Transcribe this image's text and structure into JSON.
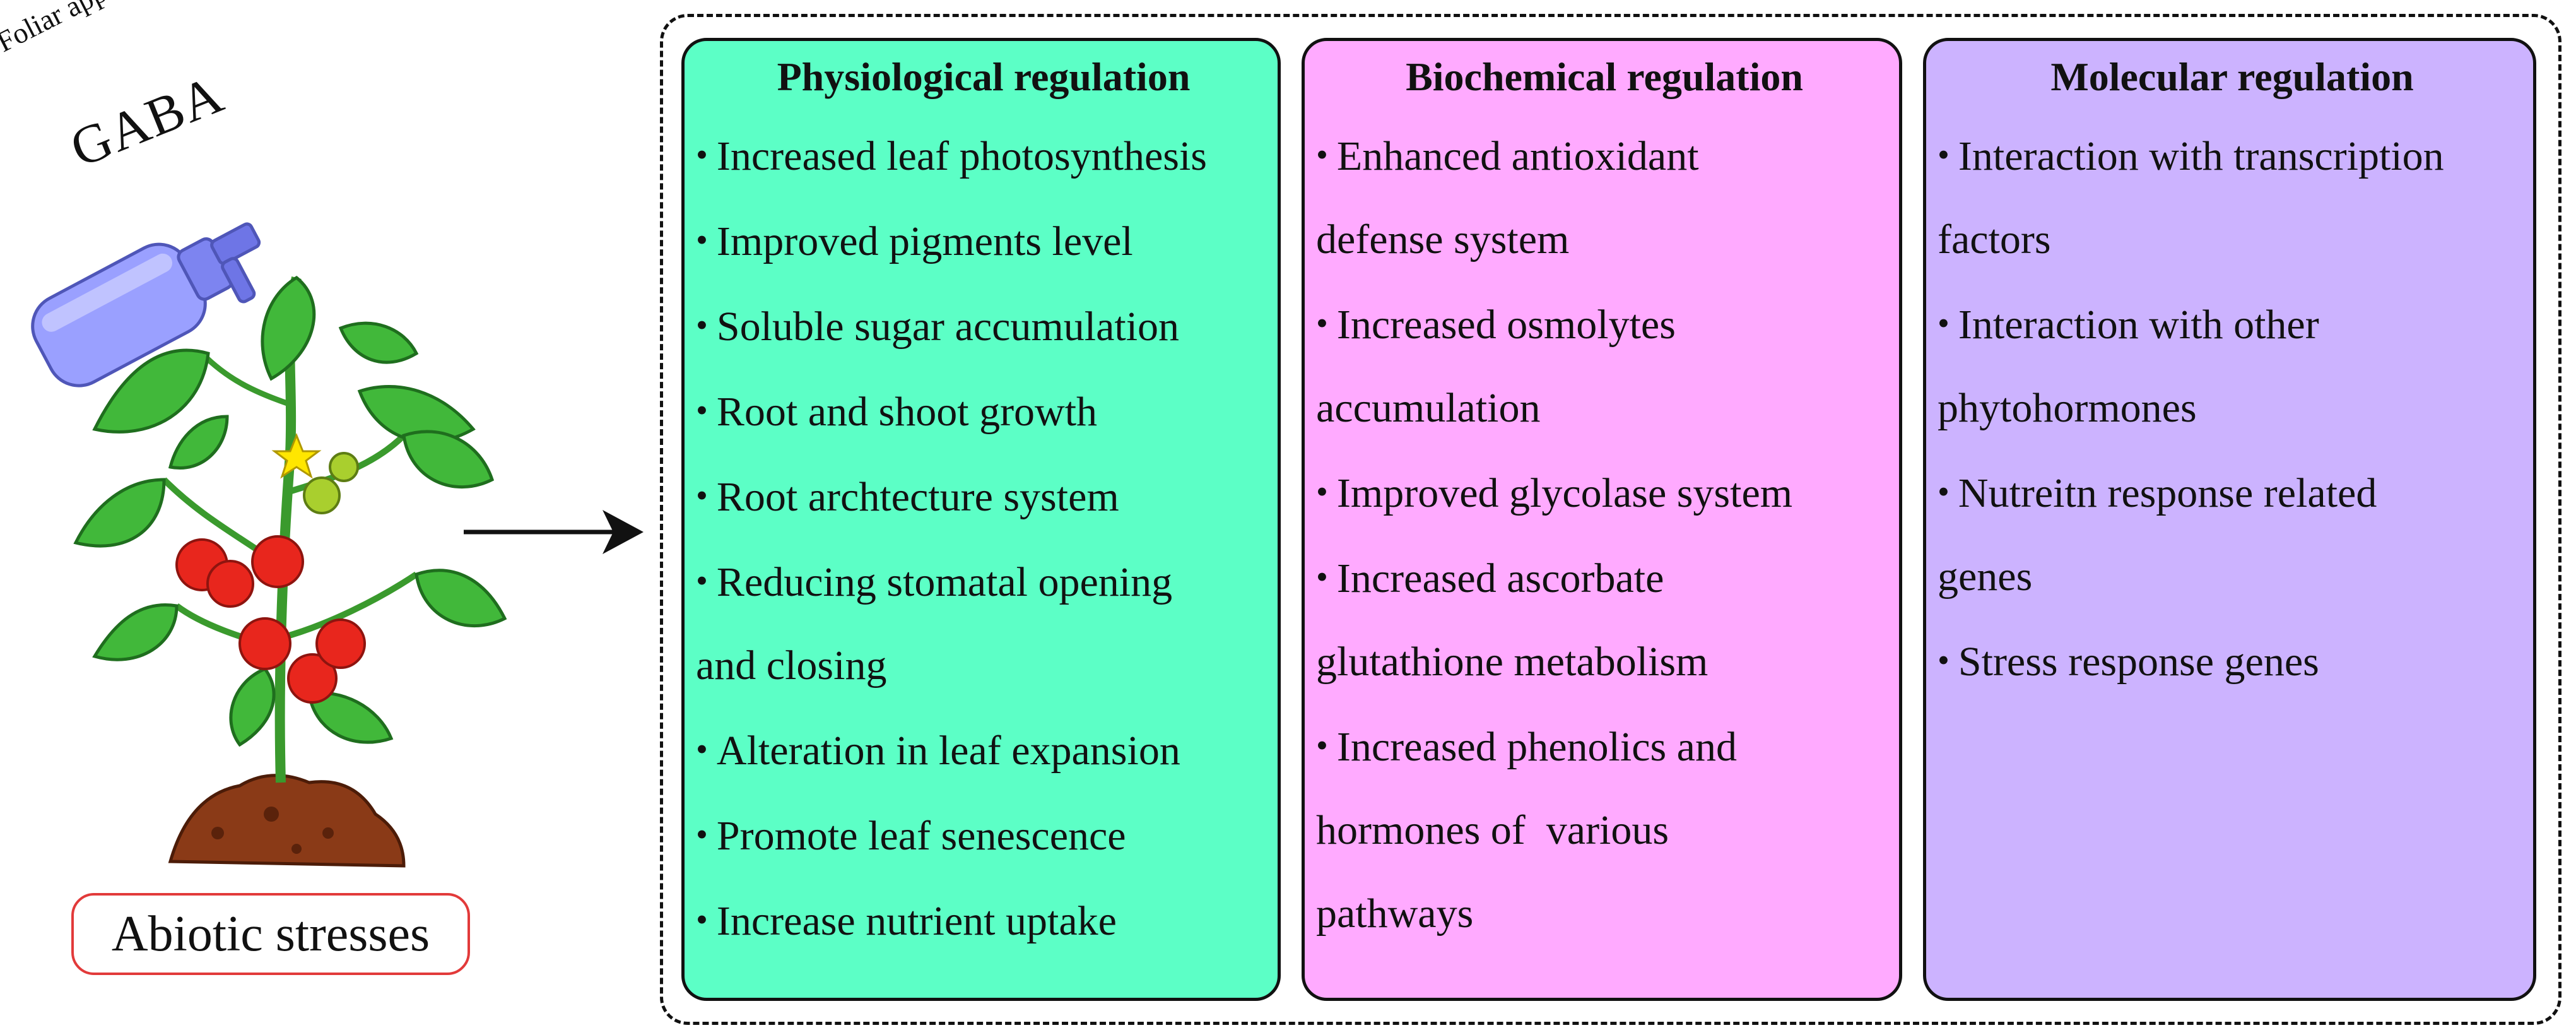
{
  "illustration": {
    "caption": "Foliar application of",
    "compound": "GABA",
    "stress_label": "Abiotic stresses",
    "colors": {
      "leaf": "#3fb73a",
      "leaf_dark": "#1f7d22",
      "tomato": "#e8261d",
      "soil": "#8a3a17",
      "bottle": "#8f96ff",
      "flower": "#ffe600",
      "stress_border": "#e23a3a"
    }
  },
  "panels": [
    {
      "title": "Physiological regulation",
      "color": "#5cffc6",
      "items": [
        "Increased leaf photosynthesis",
        "Improved pigments level",
        "Soluble sugar accumulation",
        "Root and shoot growth",
        "Root archtecture system",
        "Reducing stomatal opening",
        "and closing",
        "Alteration in leaf expansion",
        "Promote leaf senescence",
        "Increase nutrient uptake"
      ]
    },
    {
      "title": "Biochemical regulation",
      "color": "#ffaaff",
      "items": [
        "Enhanced antioxidant",
        "defense system",
        "Increased osmolytes",
        "accumulation",
        "Improved glycolase system",
        "Increased ascorbate",
        "glutathione metabolism",
        "Increased phenolics and",
        "hormones of  various",
        "pathways"
      ]
    },
    {
      "title": "Molecular regulation",
      "color": "#ccb3ff",
      "items": [
        "Interaction with transcription",
        "factors",
        "Interaction with other",
        "phytohormones",
        "Nutreitn response related",
        "genes",
        "Stress response genes"
      ]
    }
  ]
}
